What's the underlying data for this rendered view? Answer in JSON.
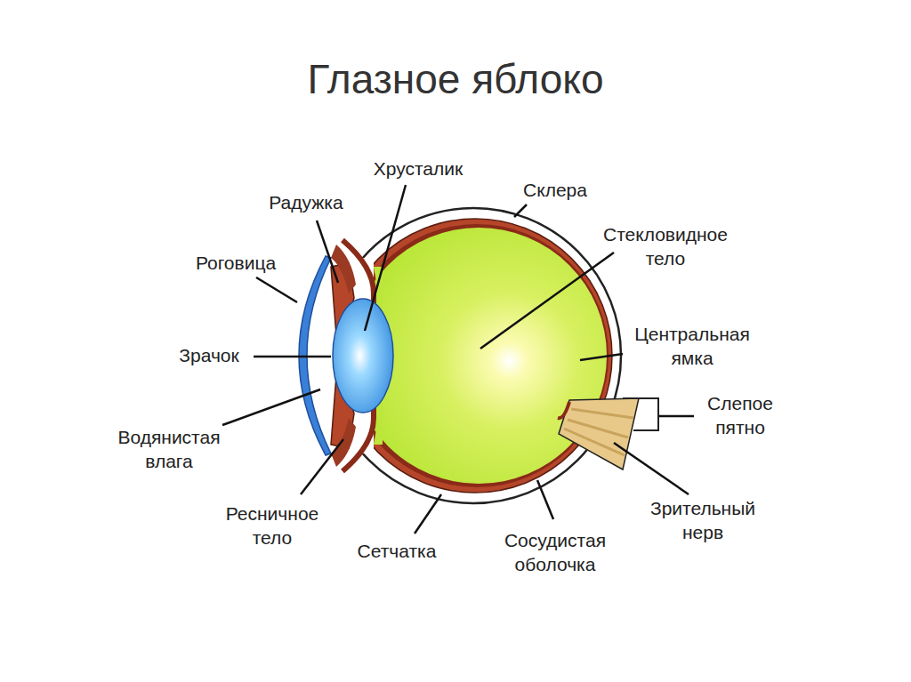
{
  "diagram": {
    "title": "Глазное яблоко",
    "labels": [
      "Хрусталик",
      "Склера",
      "Радужка",
      "Стекловидное тело",
      "Роговица",
      "Центральная ямка",
      "Зрачок",
      "Слепое пятно",
      "Водянистая влага",
      "Ресничное тело",
      "Зрительный нерв",
      "Сетчатка",
      "Сосудистая оболочка"
    ]
  }
}
